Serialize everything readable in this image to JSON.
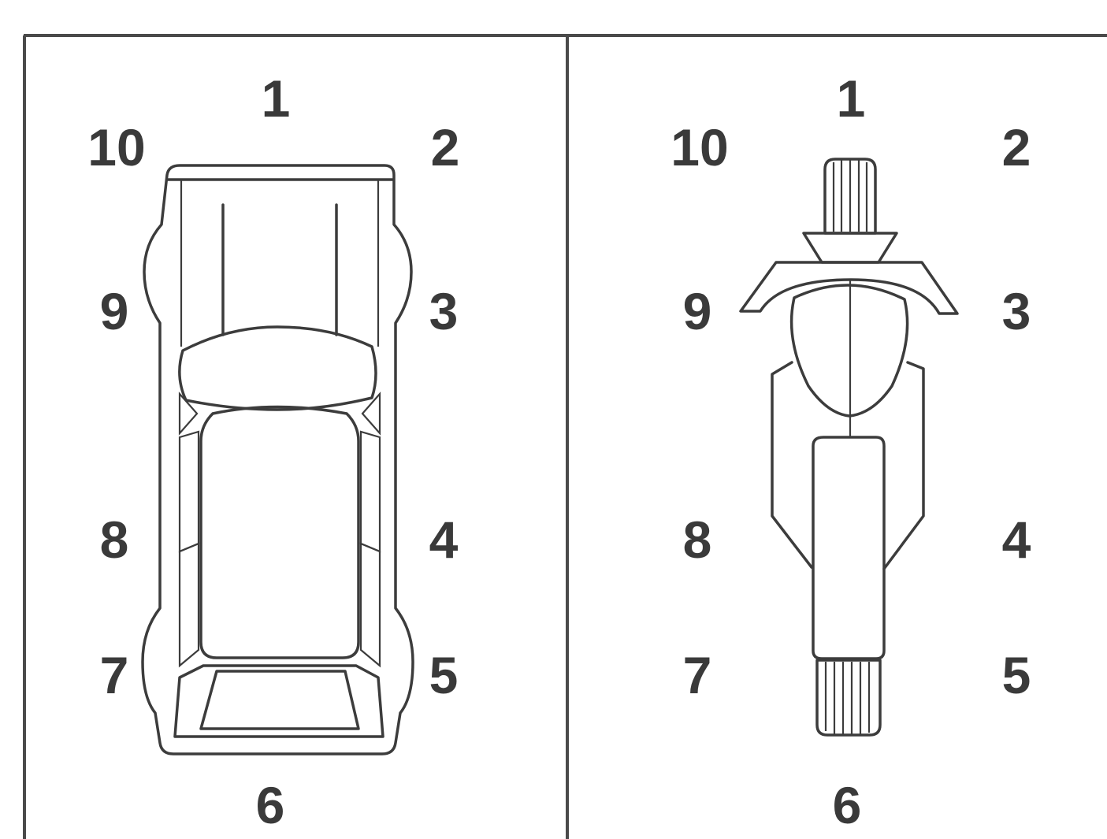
{
  "diagram": {
    "panels": [
      {
        "id": "car",
        "vehicle_icon": "car-top-view-icon",
        "positions": [
          "1",
          "2",
          "3",
          "4",
          "5",
          "6",
          "7",
          "8",
          "9",
          "10"
        ]
      },
      {
        "id": "motorcycle",
        "vehicle_icon": "motorcycle-top-view-icon",
        "positions": [
          "1",
          "2",
          "3",
          "4",
          "5",
          "6",
          "7",
          "8",
          "9",
          "10"
        ]
      }
    ]
  },
  "colors": {
    "line": "#3c3c3c",
    "label": "#3a3a3a",
    "background": "#ffffff"
  }
}
